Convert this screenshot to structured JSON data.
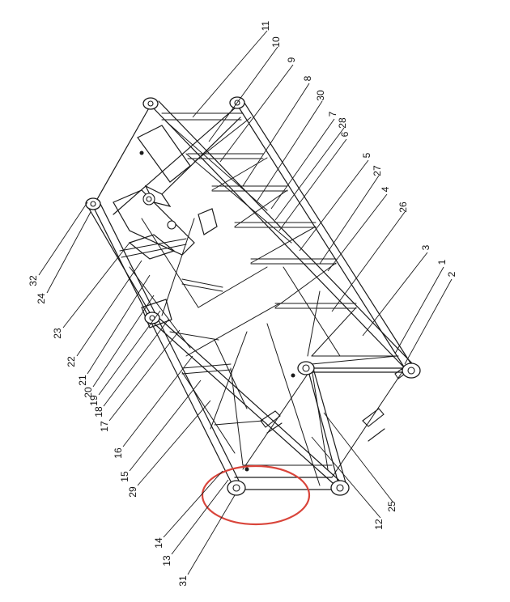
{
  "diagram": {
    "labels": [
      "11",
      "10",
      "9",
      "8",
      "30",
      "7",
      "28",
      "6",
      "5",
      "27",
      "4",
      "26",
      "3",
      "1",
      "2",
      "25",
      "12",
      "31",
      "13",
      "14",
      "29",
      "15",
      "16",
      "17",
      "18",
      "19",
      "20",
      "21",
      "22",
      "23",
      "24",
      "32"
    ],
    "highlight": {
      "color": "#d9453b",
      "shape": "ellipse",
      "target_part": "13"
    },
    "line_color": "#1a1a1a",
    "background": "#ffffff"
  }
}
